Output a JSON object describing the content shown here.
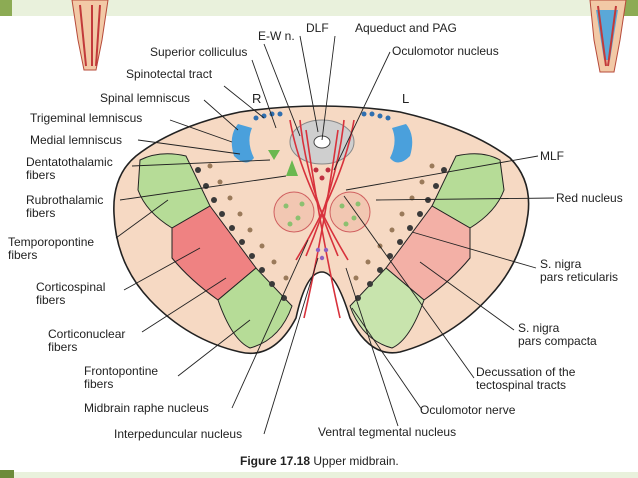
{
  "labels": {
    "ew_n": "E-W n.",
    "dlf": "DLF",
    "aqueduct_pag": "Aqueduct and PAG",
    "superior_colliculus": "Superior colliculus",
    "oculomotor_nucleus": "Oculomotor nucleus",
    "spinotectal_tract": "Spinotectal tract",
    "spinal_lemniscus": "Spinal lemniscus",
    "trigeminal_lemniscus": "Trigeminal lemniscus",
    "medial_lemniscus": "Medial lemniscus",
    "dentatothalamic_1": "Dentatothalamic",
    "dentatothalamic_2": "fibers",
    "rubrothalamic_1": "Rubrothalamic",
    "rubrothalamic_2": "fibers",
    "temporopontine_1": "Temporopontine",
    "temporopontine_2": "fibers",
    "corticospinal_1": "Corticospinal",
    "corticospinal_2": "fibers",
    "corticonuclear_1": "Corticonuclear",
    "corticonuclear_2": "fibers",
    "frontopontine_1": "Frontopontine",
    "frontopontine_2": "fibers",
    "midbrain_raphe": "Midbrain raphe nucleus",
    "interpeduncular": "Interpeduncular nucleus",
    "ventral_tegmental": "Ventral tegmental nucleus",
    "oculomotor_nerve": "Oculomotor nerve",
    "decussation_1": "Decussation of the",
    "decussation_2": "tectospinal tracts",
    "snigra_compacta_1": "S. nigra",
    "snigra_compacta_2": "pars compacta",
    "snigra_reticularis_1": "S. nigra",
    "snigra_reticularis_2": "pars reticularis",
    "red_nucleus": "Red nucleus",
    "mlf": "MLF",
    "side_r": "R",
    "side_l": "L"
  },
  "caption": {
    "figure": "Figure 17.18",
    "title": "Upper midbrain."
  },
  "colors": {
    "tissue": "#f6d9c3",
    "outline": "#222222",
    "green_region": "#b6dc97",
    "red_region": "#ef8282",
    "pink_region": "#f3b0a6",
    "blue_lemniscus": "#4aa0dc",
    "tract_red": "#d8323c",
    "pag_gray": "#cfcfcf",
    "background": "#ffffff",
    "slide_bar": "#e9f1dc"
  }
}
